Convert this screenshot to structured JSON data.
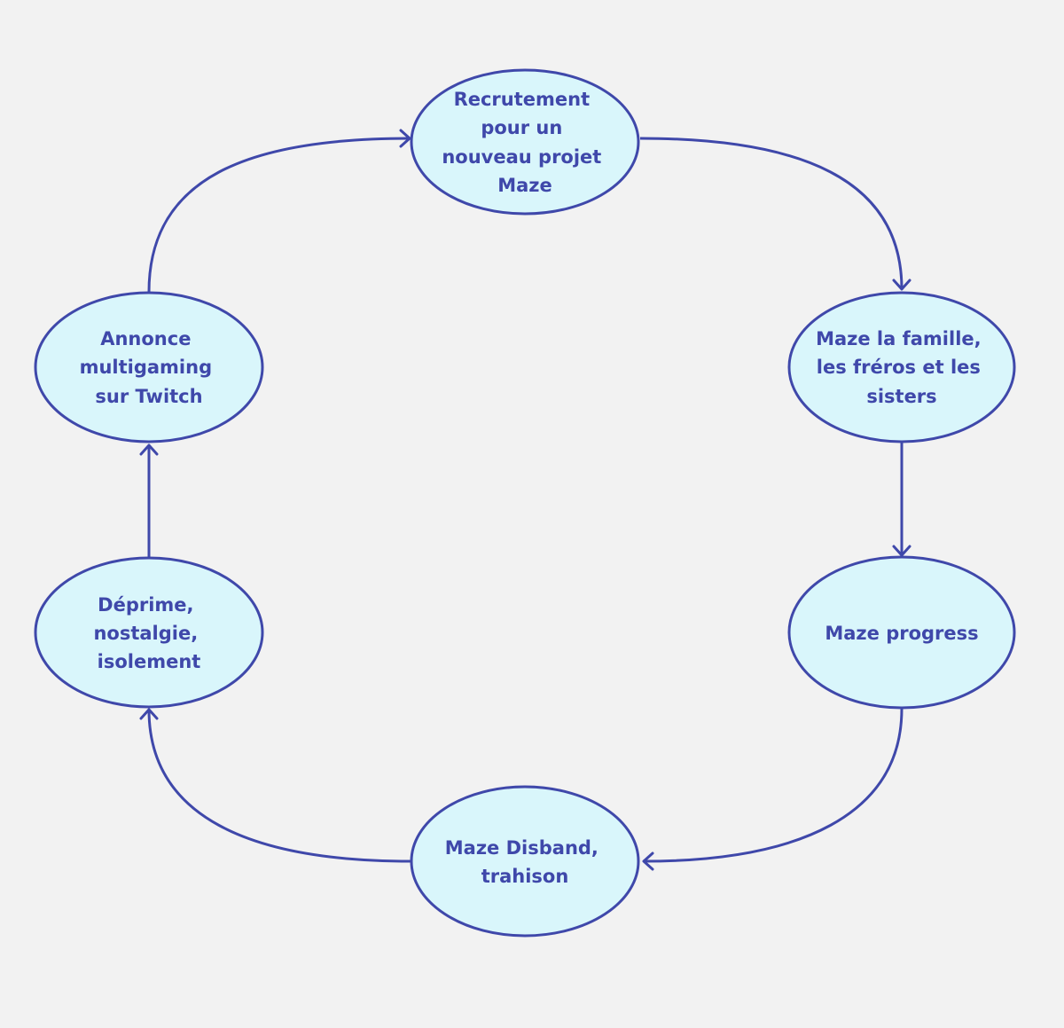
{
  "diagram": {
    "nodes": [
      {
        "id": "recrutement",
        "lines": [
          "Recrutement",
          "pour un",
          "nouveau projet",
          "Maze"
        ]
      },
      {
        "id": "famille",
        "lines": [
          "Maze la famille,",
          "les fréros et les",
          "sisters"
        ]
      },
      {
        "id": "progress",
        "lines": [
          "Maze progress"
        ]
      },
      {
        "id": "disband",
        "lines": [
          "Maze Disband,",
          "trahison"
        ]
      },
      {
        "id": "deprime",
        "lines": [
          "Déprime,",
          "nostalgie,",
          "isolement"
        ]
      },
      {
        "id": "annonce",
        "lines": [
          "Annonce",
          "multigaming",
          "sur Twitch"
        ]
      }
    ],
    "edges": [
      {
        "from": "recrutement",
        "to": "famille"
      },
      {
        "from": "famille",
        "to": "progress"
      },
      {
        "from": "progress",
        "to": "disband"
      },
      {
        "from": "disband",
        "to": "deprime"
      },
      {
        "from": "deprime",
        "to": "annonce"
      },
      {
        "from": "annonce",
        "to": "recrutement"
      }
    ],
    "colors": {
      "node_fill": "#d9f6fb",
      "stroke": "#3f48aa",
      "text": "#3f48aa",
      "background": "#f2f2f2"
    }
  }
}
